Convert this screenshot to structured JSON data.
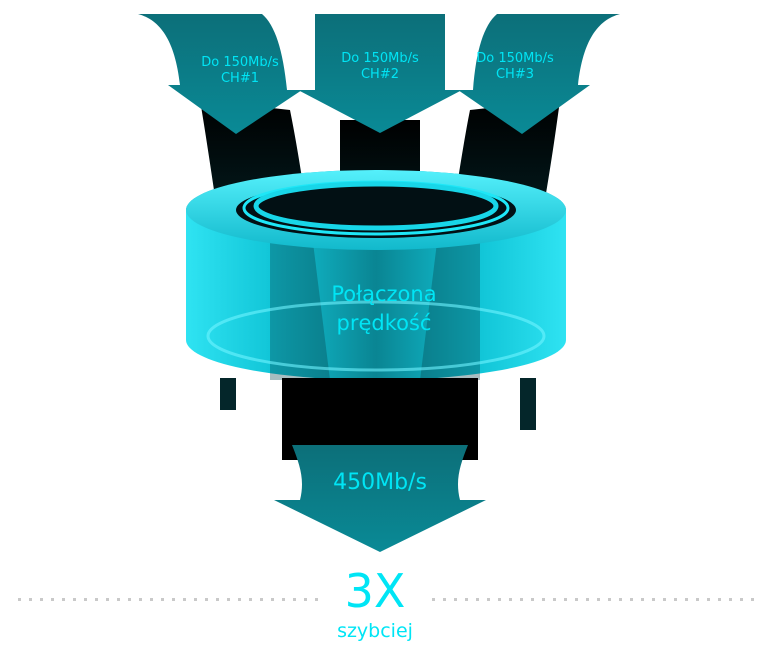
{
  "channels": [
    {
      "speed": "Do 150Mb/s",
      "name": "CH#1"
    },
    {
      "speed": "Do 150Mb/s",
      "name": "CH#2"
    },
    {
      "speed": "Do 150Mb/s",
      "name": "CH#3"
    }
  ],
  "combined": {
    "line1": "Połączona",
    "line2": "prędkość"
  },
  "total": "450Mb/s",
  "multiplier": "3X",
  "multiplier_sub": "szybciej",
  "colors": {
    "teal": "#0a7f8a",
    "cyan": "#00e5f5",
    "ring": "#00d8ea"
  }
}
